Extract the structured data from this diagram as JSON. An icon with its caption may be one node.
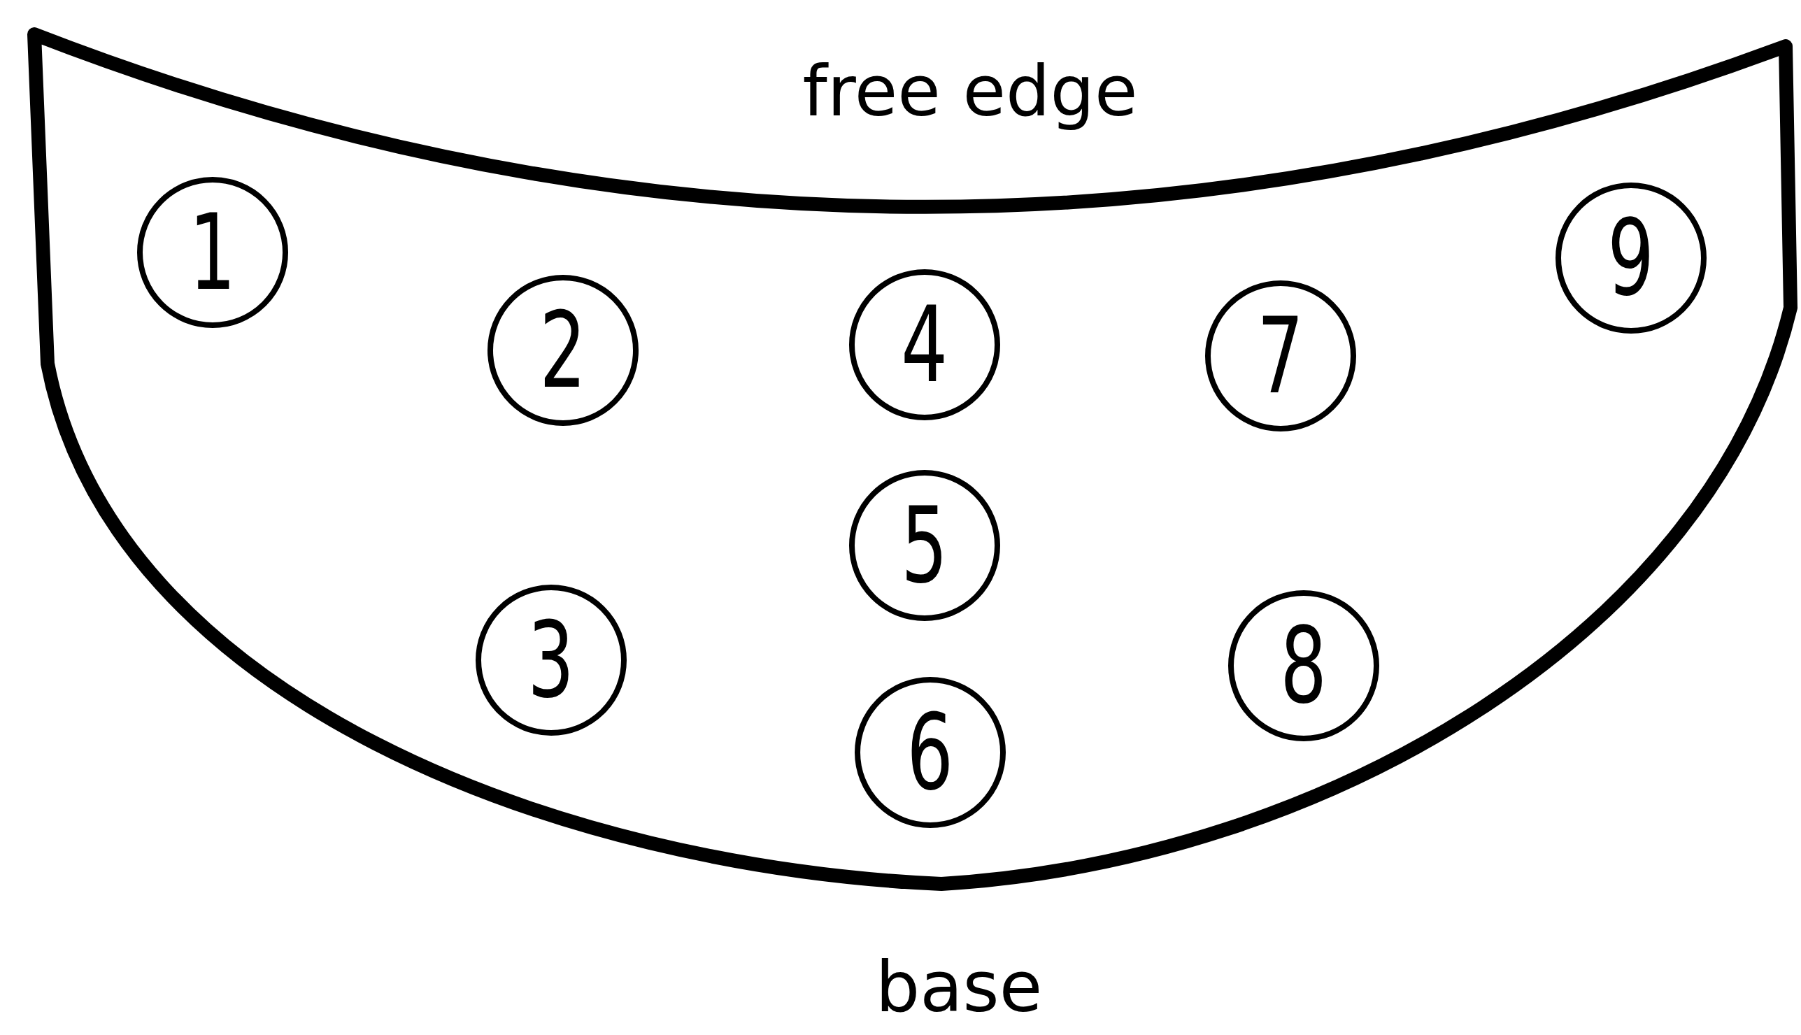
{
  "diagram": {
    "nodes": [
      {
        "text": [],
        "shape": "bowl"
      },
      {
        "text": [
          "1"
        ],
        "in": 0
      },
      {
        "text": [
          "2"
        ],
        "in": 0
      },
      {
        "text": [
          "3"
        ],
        "in": 0
      },
      {
        "text": [
          "4"
        ],
        "in": 0
      },
      {
        "text": [
          "5"
        ],
        "in": 0
      },
      {
        "text": [
          "6"
        ],
        "in": 0
      },
      {
        "text": [
          "7"
        ],
        "in": 0
      },
      {
        "text": [
          "8"
        ],
        "in": 0
      },
      {
        "text": [
          "9"
        ],
        "in": 0
      }
    ],
    "labels": [
      "free edge",
      "base"
    ]
  }
}
